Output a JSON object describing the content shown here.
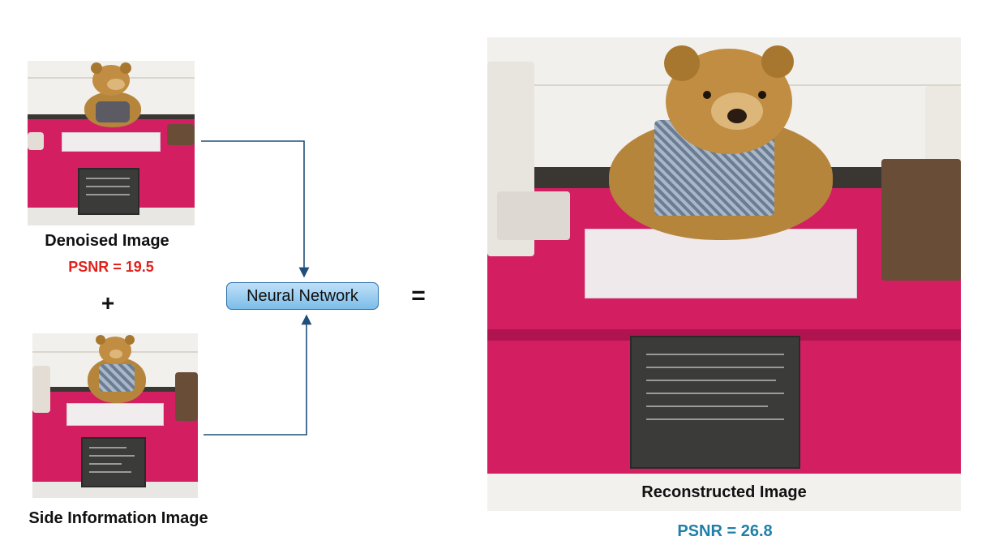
{
  "denoised": {
    "label": "Denoised Image",
    "psnr": "PSNR = 19.5",
    "psnr_color": "#e0211c"
  },
  "plus_sign": "+",
  "side_info": {
    "label": "Side Information Image"
  },
  "network": {
    "label": "Neural Network"
  },
  "equals_sign": "=",
  "reconstructed": {
    "label": "Reconstructed Image",
    "psnr": "PSNR = 26.8",
    "psnr_color": "#1f7fa8"
  },
  "colors": {
    "arrow": "#1f4e79",
    "box_fill_top": "#bfe0f8",
    "box_fill_bottom": "#7cbde9",
    "table_magenta": "#d31f62"
  }
}
